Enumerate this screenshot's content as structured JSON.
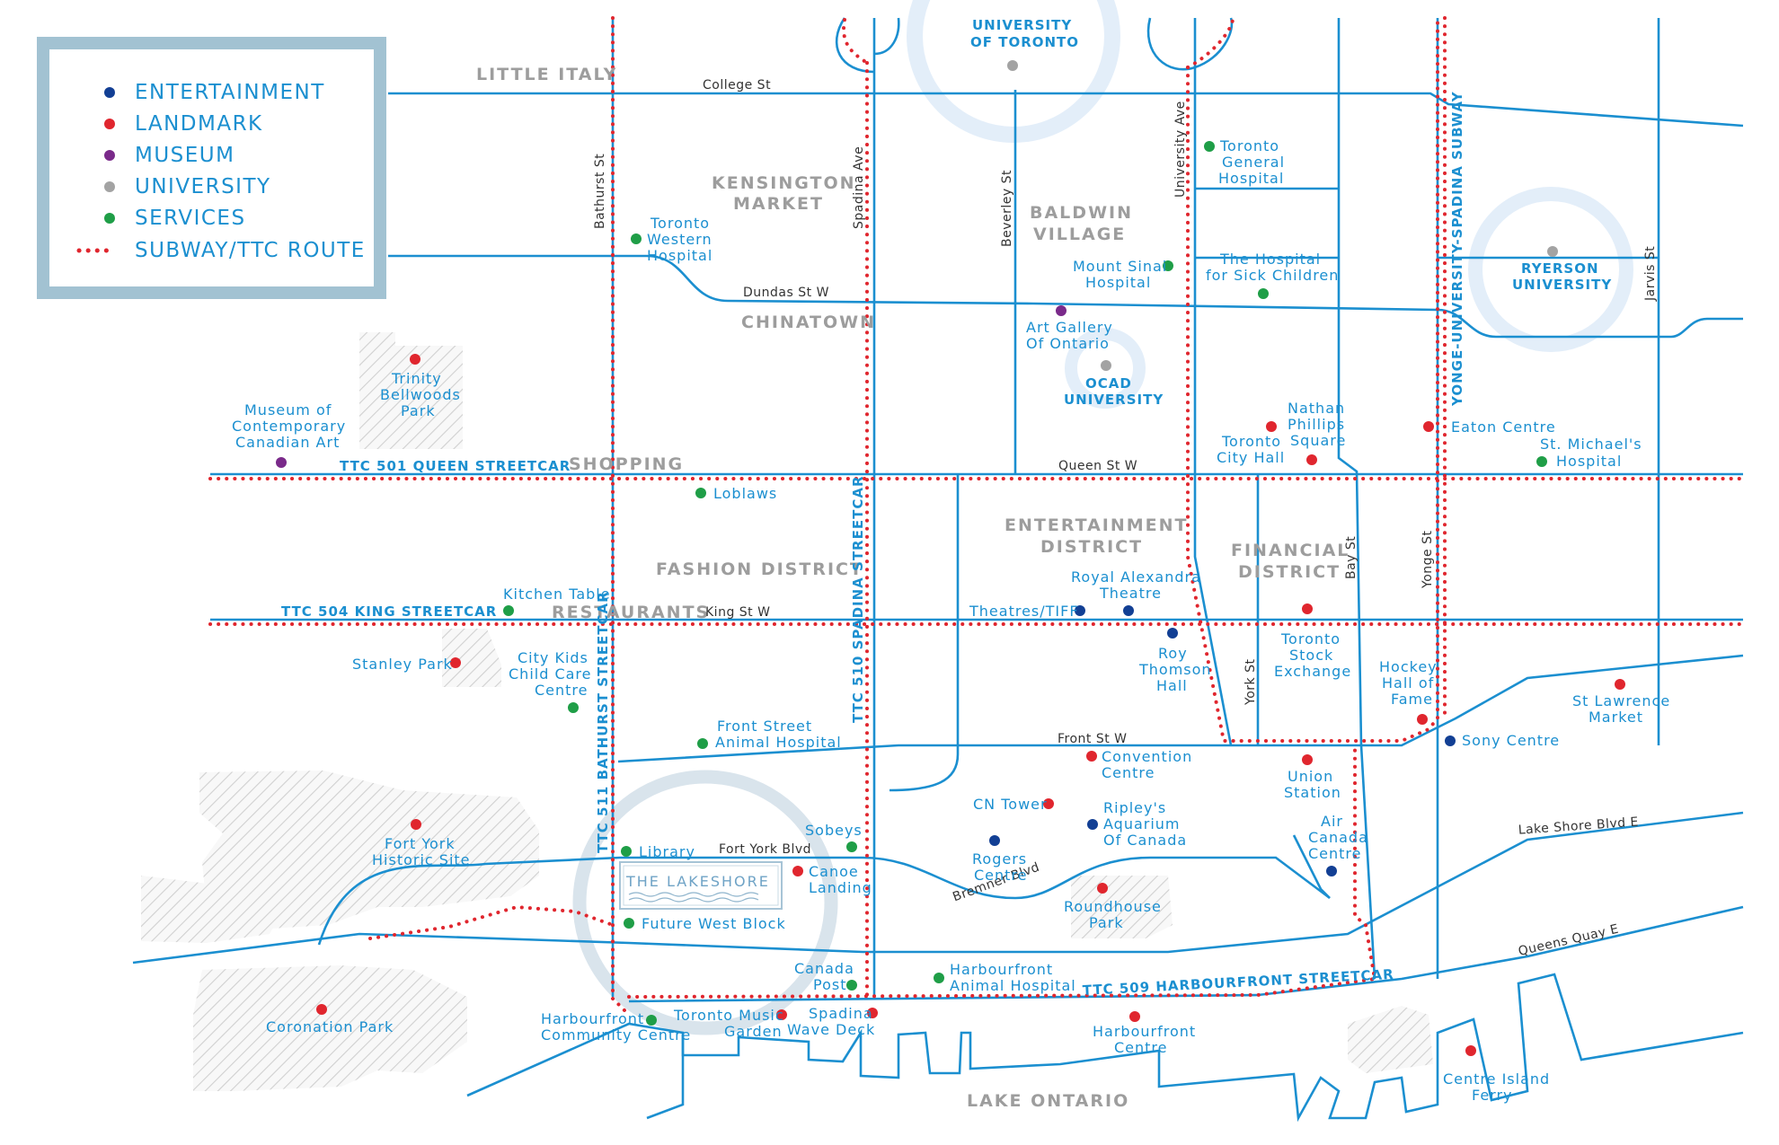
{
  "legend": {
    "items": [
      {
        "label": "ENTERTAINMENT",
        "color": "#123f94"
      },
      {
        "label": "LANDMARK",
        "color": "#e0262e"
      },
      {
        "label": "MUSEUM",
        "color": "#7a2a8a"
      },
      {
        "label": "UNIVERSITY",
        "color": "#a3a3a3"
      },
      {
        "label": "SERVICES",
        "color": "#1f9e47"
      }
    ],
    "route_label": "SUBWAY/TTC ROUTE",
    "route_color": "#e0262e"
  },
  "districts": {
    "little_italy": "LITTLE ITALY",
    "kensington": [
      "KENSINGTON",
      "MARKET"
    ],
    "baldwin": [
      "BALDWIN",
      "VILLAGE"
    ],
    "chinatown": "CHINATOWN",
    "shopping": "SHOPPING",
    "entertainment": [
      "ENTERTAINMENT",
      "DISTRICT"
    ],
    "financial": [
      "FINANCIAL",
      "DISTRICT"
    ],
    "fashion": "FASHION DISTRICT",
    "restaurants": "RESTAURANTS",
    "lake": "LAKE ONTARIO"
  },
  "streets": {
    "college": "College St",
    "dundas": "Dundas St W",
    "queen": "Queen St W",
    "king": "King St W",
    "front": "Front St W",
    "fort_york": "Fort York Blvd",
    "bremner": "Bremner Blvd",
    "lakeshore": "Lake Shore Blvd E",
    "queens_quay": "Queens Quay E",
    "bathurst": "Bathurst St",
    "spadina": "Spadina Ave",
    "beverley": "Beverley St",
    "university": "University Ave",
    "york": "York St",
    "bay": "Bay St",
    "yonge": "Yonge St",
    "jarvis": "Jarvis St"
  },
  "routes": {
    "queen": "TTC 501 QUEEN STREETCAR",
    "king": "TTC 504 KING STREETCAR",
    "bathurst": "TTC 511 BATHURST STREETCAR",
    "spadina": "TTC 510 SPADINA STREETCAR",
    "yonge": "YONGE-UNIVERSITY-SPADINA SUBWAY",
    "harbourfront": "TTC 509 HARBOURFRONT STREETCAR"
  },
  "universities": {
    "uoft": [
      "UNIVERSITY",
      "OF TORONTO"
    ],
    "ryerson": [
      "RYERSON",
      "UNIVERSITY"
    ],
    "ocad": [
      "OCAD",
      "UNIVERSITY"
    ]
  },
  "pois": {
    "tgh": [
      "Toronto",
      "General",
      "Hospital"
    ],
    "twh": [
      "Toronto",
      "Western",
      "Hospital"
    ],
    "sinai": [
      "Mount Sinai",
      "Hospital"
    ],
    "sick": [
      "The Hospital",
      "for Sick Children"
    ],
    "ago": [
      "Art Gallery",
      "Of Ontario"
    ],
    "trinity": [
      "Trinity",
      "Bellwoods",
      "Park"
    ],
    "mocca": [
      "Museum of",
      "Contemporary",
      "Canadian Art"
    ],
    "nathan": [
      "Nathan",
      "Phillips",
      "Square"
    ],
    "cityhall": [
      "Toronto",
      "City Hall"
    ],
    "eaton": "Eaton Centre",
    "stmichael": [
      "St. Michael's",
      "Hospital"
    ],
    "loblaws": "Loblaws",
    "kitchen": "Kitchen Table",
    "royalalex": [
      "Royal Alexandra",
      "Theatre"
    ],
    "tiff": "Theatres/TIFF",
    "roythomson": [
      "Roy",
      "Thomson",
      "Hall"
    ],
    "tse": [
      "Toronto",
      "Stock",
      "Exchange"
    ],
    "hockey": [
      "Hockey",
      "Hall of",
      "Fame"
    ],
    "stlawrence": [
      "St Lawrence",
      "Market"
    ],
    "stanley": "Stanley Park",
    "citykids": [
      "City Kids",
      "Child Care",
      "Centre"
    ],
    "frontvet": [
      "Front Street",
      "Animal Hospital"
    ],
    "convention": [
      "Convention",
      "Centre"
    ],
    "sony": "Sony Centre",
    "union": [
      "Union",
      "Station"
    ],
    "cntower": "CN Tower",
    "ripley": [
      "Ripley's",
      "Aquarium",
      "Of Canada"
    ],
    "fortyork": [
      "Fort York",
      "Historic Site"
    ],
    "library": "Library",
    "sobeys": "Sobeys",
    "canoe": [
      "Canoe",
      "Landing"
    ],
    "rogers": [
      "Rogers",
      "Centre"
    ],
    "roundhouse": [
      "Roundhouse",
      "Park"
    ],
    "aircanada": [
      "Air",
      "Canada",
      "Centre"
    ],
    "futurewest": "Future West Block",
    "canadapost": [
      "Canada",
      "Post"
    ],
    "hfvet": [
      "Harbourfront",
      "Animal Hospital"
    ],
    "coronation": "Coronation Park",
    "hfcc": [
      "Harbourfront",
      "Community Centre"
    ],
    "music": [
      "Toronto Music",
      "Garden"
    ],
    "wave": [
      "Spadina",
      "Wave Deck"
    ],
    "hfcentre": [
      "Harbourfront",
      "Centre"
    ],
    "ferry": [
      "Centre Island",
      "Ferry"
    ]
  },
  "brand": {
    "name": "THE LAKESHORE",
    "color": "#6fa3c6"
  },
  "colors": {
    "street": "#1b8fd0",
    "route": "#e0262e",
    "district": "#9d9d9d",
    "legend_border": "#9fbfd0",
    "ring": "#ddebf8"
  }
}
